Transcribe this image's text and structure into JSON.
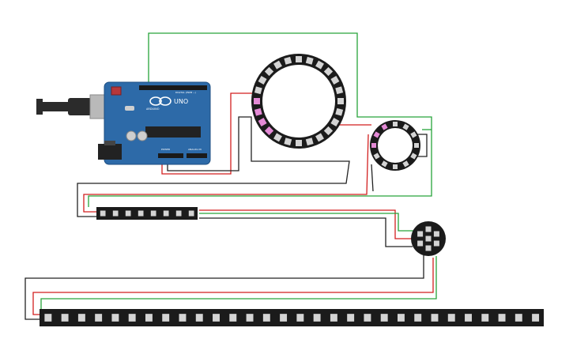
{
  "arduino": {
    "logo_text": "ARDUINO",
    "model_text": "UNO",
    "digital_label": "DIGITAL (PWM ~)",
    "analog_label": "ANALOG IN",
    "power_label": "POWER"
  },
  "components": {
    "large_ring_pixels": 24,
    "small_ring_pixels": 12,
    "jewel_pixels": 7,
    "short_strip_pixels": 8,
    "long_strip_pixels": 30,
    "lit_large_ring": [
      15,
      16,
      17,
      18
    ],
    "lit_small_ring": [
      9,
      10,
      11
    ]
  },
  "colors": {
    "board": "#2d6aa8",
    "board_edge": "#1d4e82",
    "ring": "#1b1b1b",
    "pixel_off": "#d4d4d4",
    "pixel_lit": "#e48ad6",
    "wire_red": "#d21f1f",
    "wire_green": "#27a33a",
    "wire_black": "#222222",
    "usb": "#2b2b2b"
  }
}
